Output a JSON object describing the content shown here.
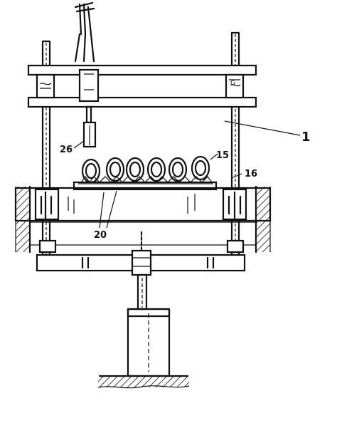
{
  "labels": {
    "frame": "1",
    "gripper": "26",
    "workpieces": "15",
    "tray": "16",
    "supports": "20"
  }
}
